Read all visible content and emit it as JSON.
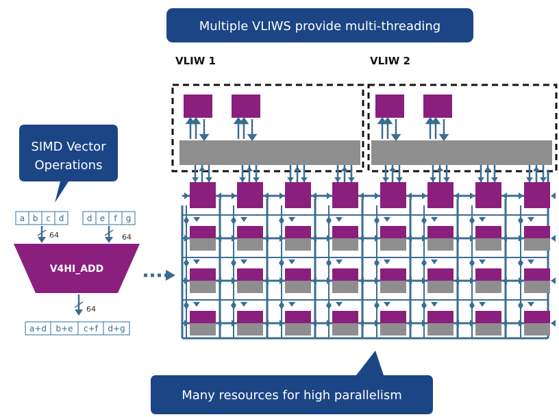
{
  "top_banner": "Multiple VLIWS provide multi-threading",
  "bottom_banner": "Many resources for high parallelism",
  "vliw_labels": [
    "VLIW 1",
    "VLIW 2"
  ],
  "simd_callout": [
    "SIMD Vector",
    "Operations"
  ],
  "input_a": [
    "a",
    "b",
    "c",
    "d"
  ],
  "input_b": [
    "d",
    "e",
    "f",
    "g"
  ],
  "output": [
    "a+d",
    "b+e",
    "c+f",
    "d+g"
  ],
  "bus_width": "64",
  "operation": "V4HI_ADD",
  "colors": {
    "banner": "#1c4585",
    "purple": "#8a1f7e",
    "gray": "#8e8e8e",
    "wire": "#3a6d93",
    "cell_text": "#2a6fa0"
  }
}
